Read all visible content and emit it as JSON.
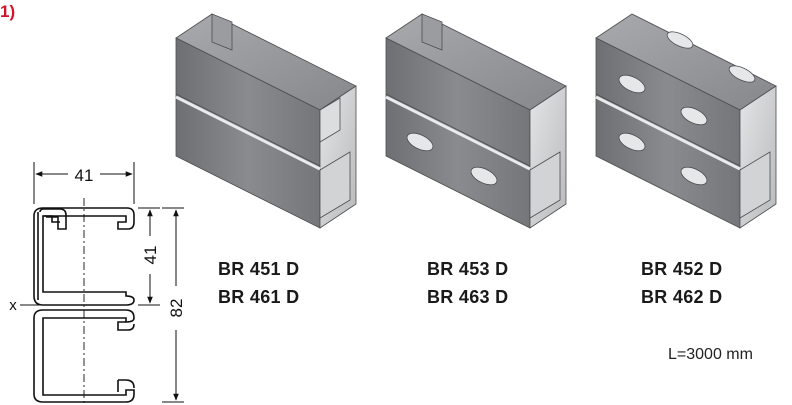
{
  "marker": "1)",
  "cross_section": {
    "width": "41",
    "half_height": "41",
    "height": "82",
    "axis": "x"
  },
  "products": [
    {
      "codes": [
        "BR 451 D",
        "BR 461 D"
      ]
    },
    {
      "codes": [
        "BR 453 D",
        "BR 463 D"
      ]
    },
    {
      "codes": [
        "BR 452 D",
        "BR 462 D"
      ]
    }
  ],
  "length_note": "L=3000 mm",
  "colors": {
    "marker": "#d4132a",
    "metal_dark": "#7b7c7f",
    "metal_light": "#c9cacc"
  }
}
